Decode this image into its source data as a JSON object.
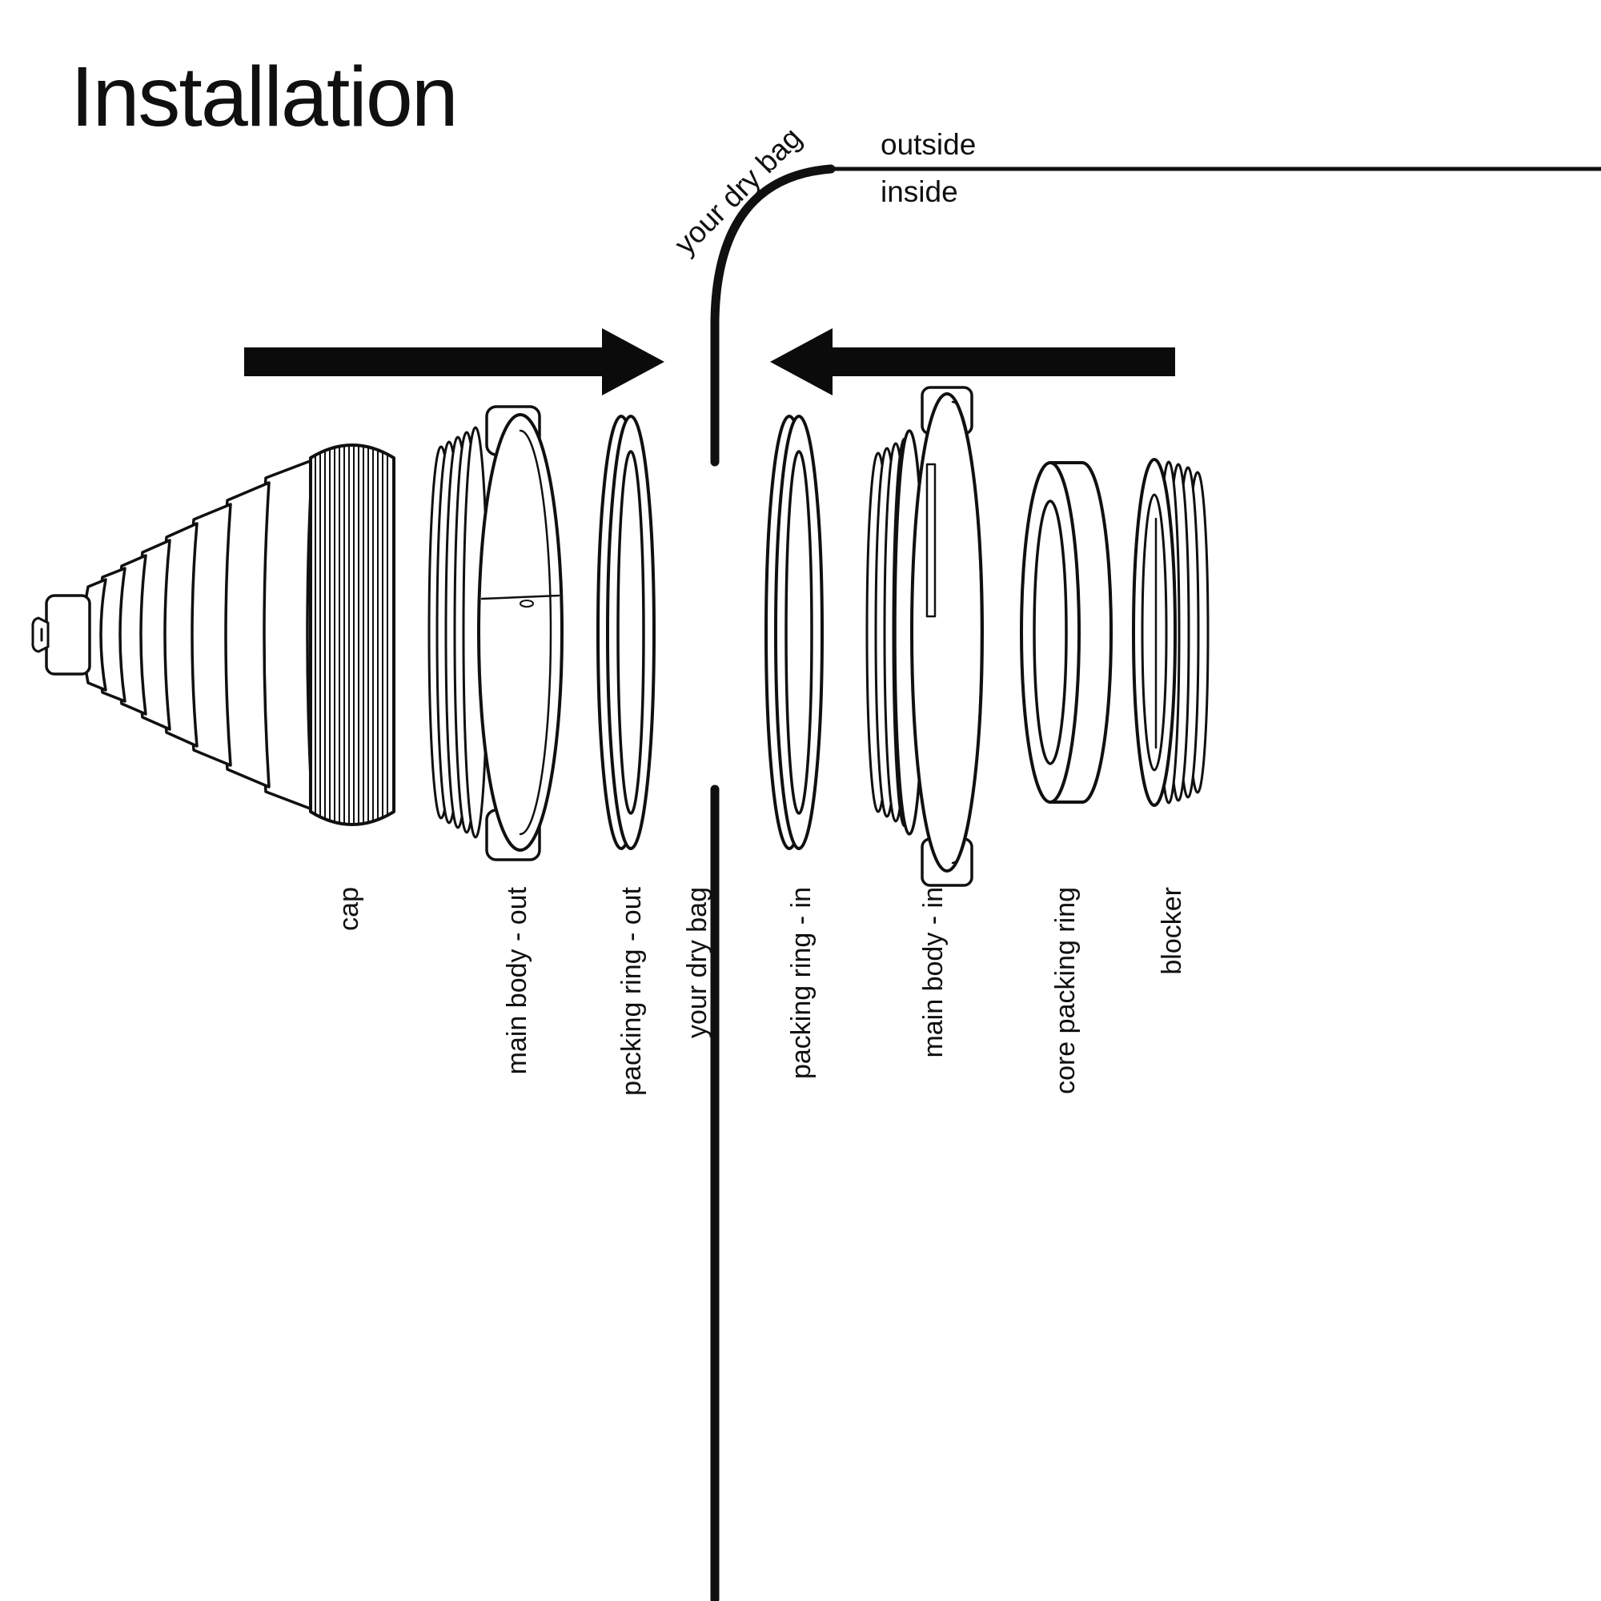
{
  "title": "Installation",
  "annotations": {
    "outside": "outside",
    "inside": "inside",
    "dry_bag_top": "your dry bag",
    "dry_bag_bottom": "your dry bag"
  },
  "part_labels": {
    "cap": "cap",
    "main_body_out": "main body - out",
    "packing_ring_out": "packing ring - out",
    "packing_ring_in": "packing ring - in",
    "main_body_in": "main body - in",
    "core_packing_ring": "core packing ring",
    "blocker": "blocker"
  }
}
